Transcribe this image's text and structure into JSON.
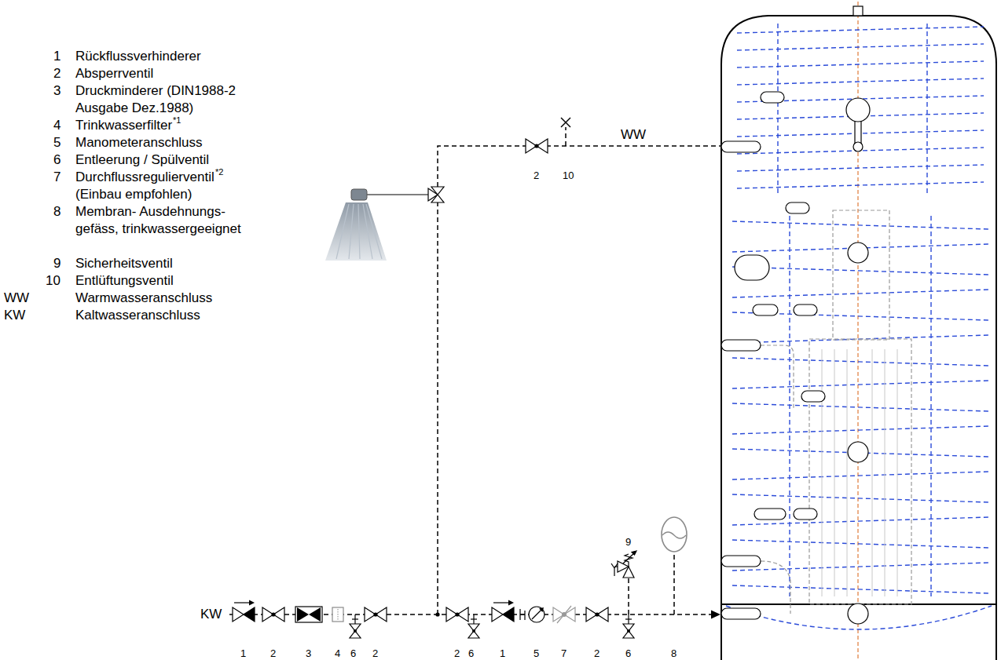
{
  "diagram": {
    "labels": [
      "1",
      "Rückflussverhinderer",
      "2",
      "Absperrventil",
      "3",
      "Druckminderer (DIN1988-2 Ausgabe Dez.1988)",
      "4",
      "Trinkwasserfilter",
      "*1",
      "5",
      "Manometeranschluss",
      "6",
      "Entleerung / Spülventil",
      "7",
      "Durchflussregulierventil",
      "*2",
      "(Einbau empfohlen)",
      "8",
      "Membran- Ausdehnungs- gefäss, trinkwassergeeignet",
      "9",
      "Sicherheitsventil",
      "10",
      "Entlüftungsventil",
      "WW",
      "Warmwasseranschluss",
      "KW",
      "Kaltwasseranschluss",
      "WW",
      "KW",
      "2",
      "10",
      "9",
      "1",
      "2",
      "3",
      "4",
      "6",
      "2",
      "2",
      "6",
      "1",
      "5",
      "7",
      "2",
      "6",
      "8"
    ]
  }
}
